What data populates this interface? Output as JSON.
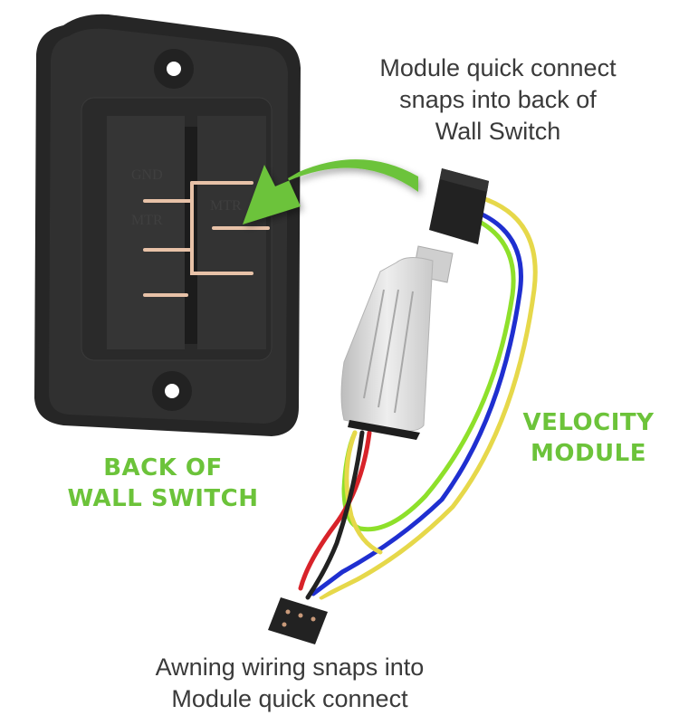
{
  "diagram": {
    "captions": {
      "top": [
        "Module quick connect",
        "snaps into back of",
        "Wall Switch"
      ],
      "bottom": [
        "Awning wiring snaps into",
        "Module quick connect"
      ]
    },
    "labels": {
      "wall_switch": [
        "BACK OF",
        "WALL SWITCH"
      ],
      "velocity_module": [
        "VELOCITY",
        "MODULE"
      ]
    },
    "switch_terminal_markings": [
      "GND",
      "MTR",
      "MTR"
    ],
    "wire_colors": {
      "module_side": [
        "#f0e04a",
        "#ffffff",
        "#1f2fd0",
        "#8ee02a"
      ],
      "awning_side": [
        "#d8232a",
        "#222222"
      ]
    },
    "colors": {
      "accent_green": "#6cc33a",
      "switch_body": "#2b2b2b",
      "caption_text": "#3a3a3a"
    }
  }
}
